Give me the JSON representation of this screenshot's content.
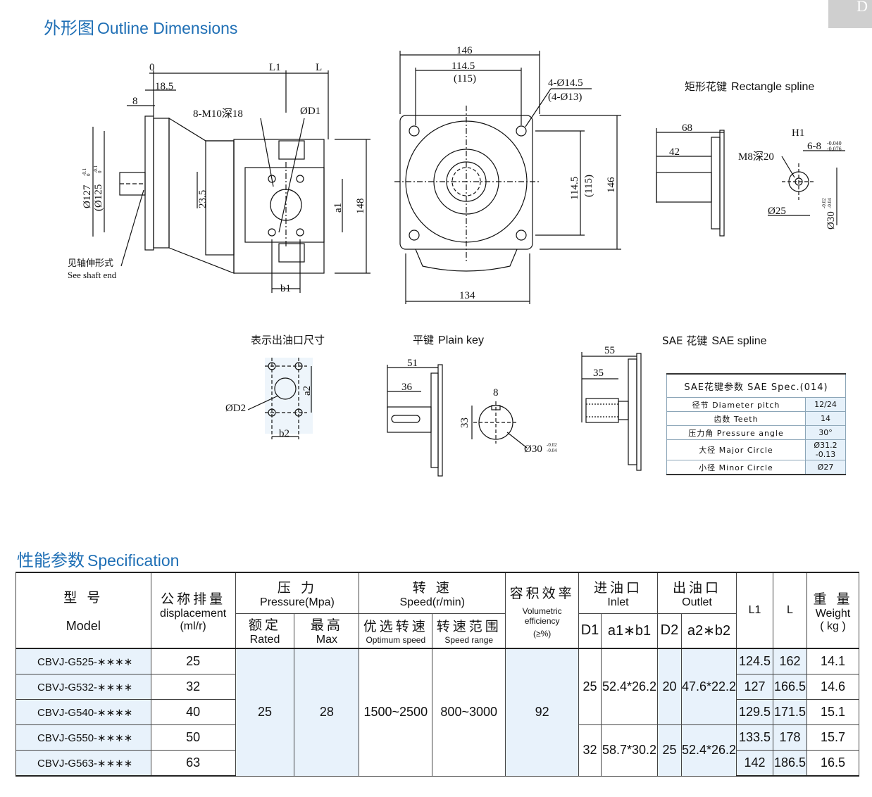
{
  "corner_tab": "D",
  "outline_title_cn": "外形图",
  "outline_title_en": "Outline  Dimensions",
  "spec_title_cn": "性能参数",
  "spec_title_en": "Specification",
  "drawing": {
    "dims": {
      "zero": "0",
      "l1": "L1",
      "l": "L",
      "d185": "18.5",
      "d8": "8",
      "m10": "8-M10深18",
      "od1": "ØD1",
      "o127": "Ø127",
      "o127tol": "-0.1",
      "o127tol2": "0",
      "o125": "(Ø125",
      "o125tol": "-0.1",
      "o125tol2": "0",
      "d235": "23.5",
      "a1": "a1",
      "d148": "148",
      "b1": "b1",
      "see_shaft_cn": "见轴伸形式",
      "see_shaft_en": "See shaft end",
      "d146": "146",
      "d1145": "114.5",
      "d115": "(115)",
      "hole1": "4-Ø14.5",
      "hole2": "(4-Ø13)",
      "v1145": "114.5",
      "v115": "(115)",
      "v146": "146",
      "d134": "134",
      "rect_spline_cn": "矩形花键",
      "rect_spline_en": "Rectangle spline",
      "d68": "68",
      "d42": "42",
      "h1": "H1",
      "spl": "6-8",
      "spl_t1": "-0.040",
      "spl_t2": "-0.076",
      "m8": "M8深20",
      "o25": "Ø25",
      "o30": "Ø30",
      "o30t1": "-0.02",
      "o30t2": "-0.04",
      "oil_port_cn": "表示出油口尺寸",
      "od2": "ØD2",
      "a2": "a2",
      "b2": "b2",
      "plain_key_cn": "平键",
      "plain_key_en": "Plain key",
      "d51": "51",
      "d36": "36",
      "d33": "33",
      "d8b": "8",
      "o30b": "Ø30",
      "o30bt1": "-0.02",
      "o30bt2": "-0.04",
      "sae_spline_cn": "SAE 花键",
      "sae_spline_en": "SAE spline",
      "d55": "55",
      "d35": "35"
    }
  },
  "sae_table": {
    "header": "SAE花键参数 SAE Spec.(014)",
    "rows": [
      {
        "label": "径节 Diameter pitch",
        "value": "12/24"
      },
      {
        "label": "齿数 Teeth",
        "value": "14"
      },
      {
        "label": "压力角 Pressure angle",
        "value": "30°"
      },
      {
        "label": "大径 Major Circle",
        "value": "Ø31.2 -0.13"
      },
      {
        "label": "小径 Minor Circle",
        "value": "Ø27"
      }
    ]
  },
  "spec_table": {
    "h_model_cn": "型 号",
    "h_model_en": "Model",
    "h_disp_cn": "公称排量",
    "h_disp_en": "displacement",
    "h_disp_unit": "(ml/r)",
    "h_press_cn": "压 力",
    "h_press_en": "Pressure(Mpa)",
    "h_rated_cn": "额定",
    "h_rated_en": "Rated",
    "h_max_cn": "最高",
    "h_max_en": "Max",
    "h_speed_cn": "转 速",
    "h_speed_en": "Speed(r/min)",
    "h_opt_cn": "优选转速",
    "h_opt_en": "Optimum speed",
    "h_range_cn": "转速范围",
    "h_range_en": "Speed range",
    "h_vol_cn": "容积效率",
    "h_vol_en": "Volumetric efficiency",
    "h_vol_unit": "(≥%)",
    "h_inlet_cn": "进油口",
    "h_inlet_en": "Inlet",
    "h_outlet_cn": "出油口",
    "h_outlet_en": "Outlet",
    "h_d1": "D1",
    "h_a1b1": "a1∗b1",
    "h_d2": "D2",
    "h_a2b2": "a2∗b2",
    "h_l1": "L1",
    "h_l": "L",
    "h_weight_cn": "重 量",
    "h_weight_en": "Weight",
    "h_weight_unit": "( kg )",
    "rated": "25",
    "max": "28",
    "optimum": "1500~2500",
    "range": "800~3000",
    "vol": "92",
    "group1": {
      "d1": "25",
      "a1b1": "52.4*26.2",
      "d2": "20",
      "a2b2": "47.6*22.2"
    },
    "group2": {
      "d1": "32",
      "a1b1": "58.7*30.2",
      "d2": "25",
      "a2b2": "52.4*26.2"
    },
    "rows": [
      {
        "model": "CBVJ-G525-∗∗∗∗",
        "disp": "25",
        "l1": "124.5",
        "l": "162",
        "weight": "14.1"
      },
      {
        "model": "CBVJ-G532-∗∗∗∗",
        "disp": "32",
        "l1": "127",
        "l": "166.5",
        "weight": "14.6"
      },
      {
        "model": "CBVJ-G540-∗∗∗∗",
        "disp": "40",
        "l1": "129.5",
        "l": "171.5",
        "weight": "15.1"
      },
      {
        "model": "CBVJ-G550-∗∗∗∗",
        "disp": "50",
        "l1": "133.5",
        "l": "178",
        "weight": "15.7"
      },
      {
        "model": "CBVJ-G563-∗∗∗∗",
        "disp": "63",
        "l1": "142",
        "l": "186.5",
        "weight": "16.5"
      }
    ]
  }
}
